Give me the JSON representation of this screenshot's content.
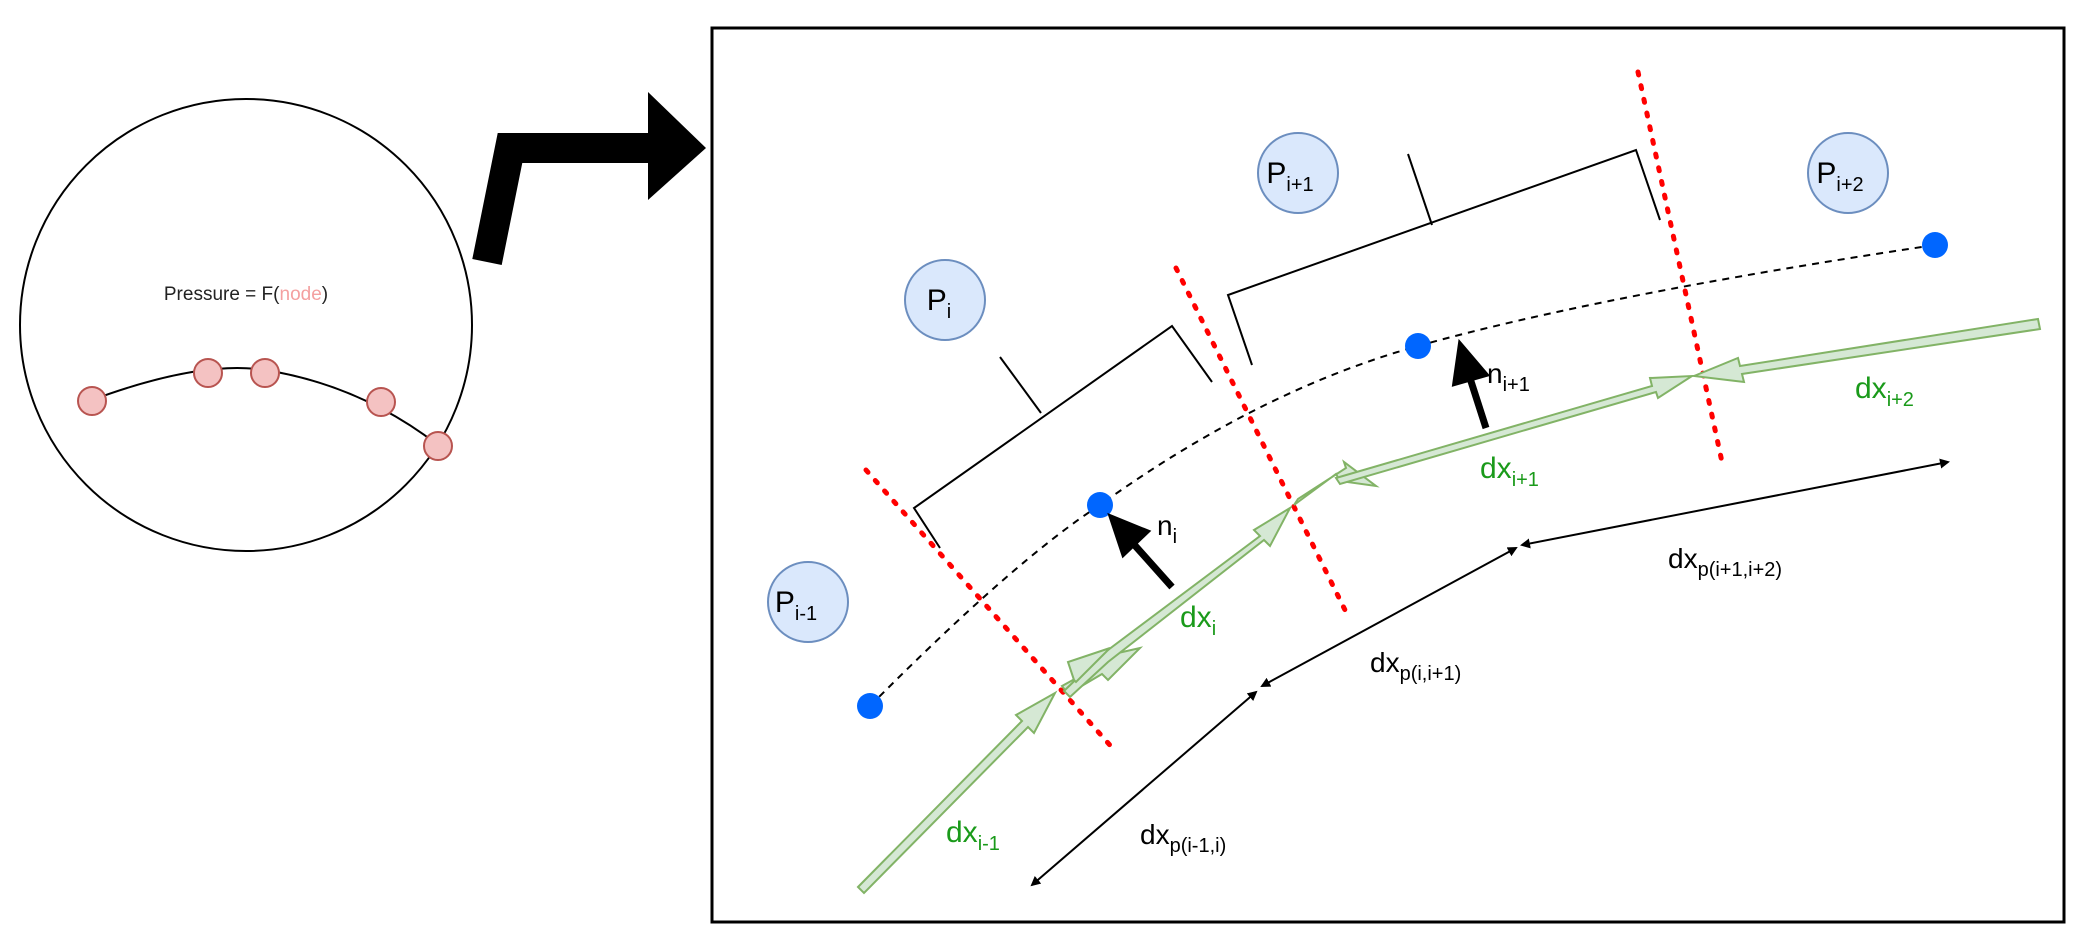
{
  "inset": {
    "pressure_label_prefix": "Pressure = F(",
    "pressure_label_node": "node",
    "pressure_label_suffix": ")",
    "node_color": "#f4c2c2",
    "node_stroke": "#b85450"
  },
  "pressure_circles": [
    {
      "main": "P",
      "sub": "i-1"
    },
    {
      "main": "P",
      "sub": "i"
    },
    {
      "main": "P",
      "sub": "i+1"
    },
    {
      "main": "P",
      "sub": "i+2"
    }
  ],
  "normals": [
    {
      "main": "n",
      "sub": "i"
    },
    {
      "main": "n",
      "sub": "i+1"
    }
  ],
  "segments": [
    {
      "main": "dx",
      "sub": "i-1"
    },
    {
      "main": "dx",
      "sub": "i"
    },
    {
      "main": "dx",
      "sub": "i+1"
    },
    {
      "main": "dx",
      "sub": "i+2"
    }
  ],
  "pressure_spacings": [
    {
      "main": "dx",
      "sub": "p(i-1,i)"
    },
    {
      "main": "dx",
      "sub": "p(i,i+1)"
    },
    {
      "main": "dx",
      "sub": "p(i+1,i+2)"
    }
  ],
  "colors": {
    "pressure_fill": "#dae8fc",
    "pressure_stroke": "#6c8ebf",
    "point_blue": "#0066ff",
    "segment_fill": "#d5e8d4",
    "segment_stroke": "#82b366",
    "label_green": "#1a9a1a",
    "divider_red": "#ff0000"
  }
}
